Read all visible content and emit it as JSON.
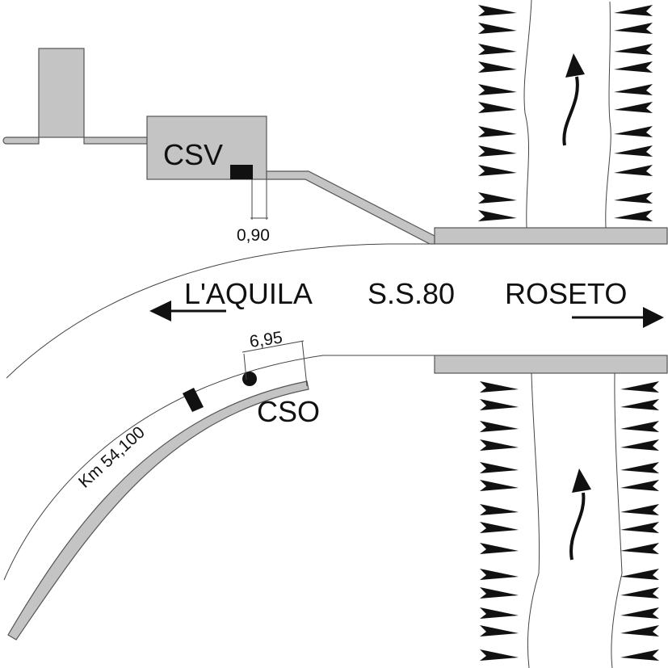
{
  "diagram": {
    "type": "road-junction-plan",
    "road": {
      "name": "S.S.80",
      "direction_left": "L'AQUILA",
      "direction_right": "ROSETO",
      "kilometer_marker": "Km 54,100"
    },
    "stations": {
      "upstream": {
        "label": "CSV",
        "offset": "0,90"
      },
      "downstream": {
        "label": "CSO",
        "offset": "6,95"
      }
    },
    "river": {
      "flow_direction": "north",
      "bank_symbol": "embankment-hachures"
    },
    "colors": {
      "structure_fill": "#c4c4c4",
      "ink": "#111111",
      "background": "#ffffff"
    }
  }
}
